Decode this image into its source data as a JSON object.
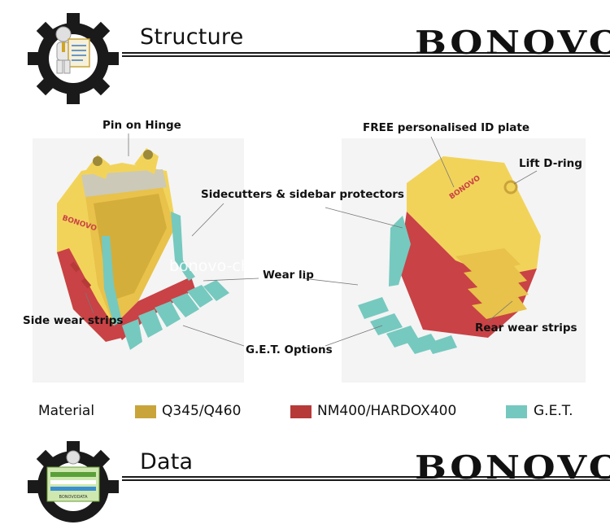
{
  "colors": {
    "q345": "#c9a43a",
    "nm400": "#b63a38",
    "get": "#75c8bf",
    "bucket_yellow": "#f2d35a",
    "bucket_red": "#c94245",
    "get_teal": "#76c9bf",
    "gear": "#1a1a1a"
  },
  "structure_section": {
    "title": "Structure",
    "brand": "BONOVO",
    "icon": "gear-with-person-checklist-icon"
  },
  "diagram": {
    "watermark": "bonovo-china.com",
    "left_bucket_brand": "BONOVO",
    "right_bucket_brand": "BONOVO",
    "labels": {
      "pin_on_hinge": "Pin on Hinge",
      "free_id_plate": "FREE personalised ID plate",
      "lift_d_ring": "Lift D-ring",
      "sidecutters": "Sidecutters & sidebar protectors",
      "wear_lip": "Wear lip",
      "side_wear_strips": "Side wear strips",
      "rear_wear_strips": "Rear wear strips",
      "get_options": "G.E.T. Options"
    }
  },
  "legend": {
    "title": "Material",
    "items": [
      {
        "label": "Q345/Q460",
        "color": "#c9a43a"
      },
      {
        "label": "NM400/HARDOX400",
        "color": "#b63a38"
      },
      {
        "label": "G.E.T.",
        "color": "#75c8bf"
      }
    ]
  },
  "data_section": {
    "title": "Data",
    "brand": "BONOVO",
    "icon": "gear-with-person-spreadsheet-icon",
    "icon_caption": "BONOVODATA"
  }
}
